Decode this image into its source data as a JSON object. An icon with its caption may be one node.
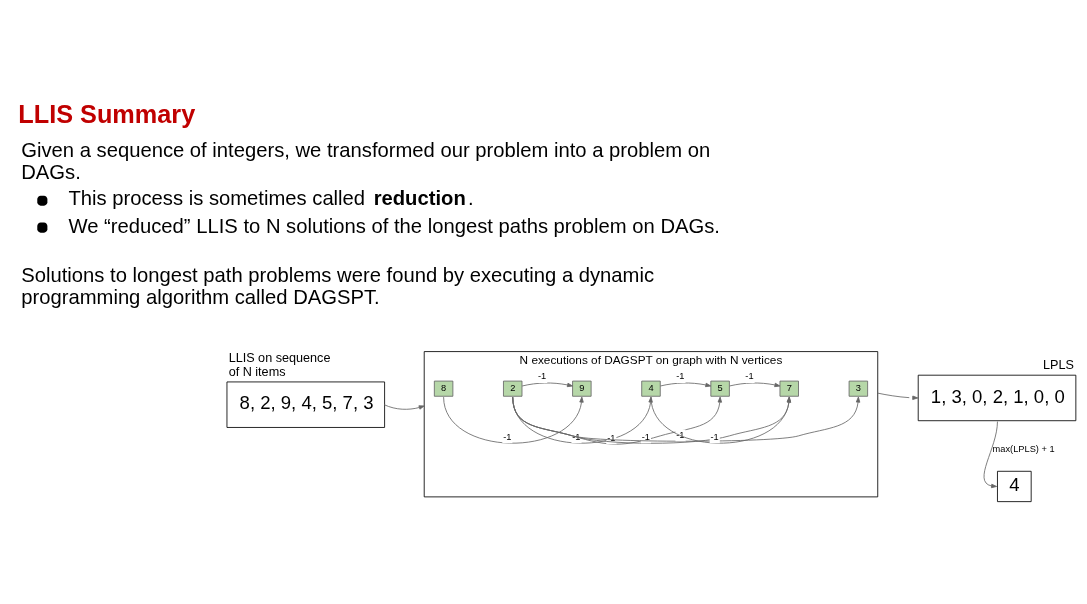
{
  "diagram": {
    "title": "LLIS Summary",
    "nodes": [
      {
        "text": [
          "LLIS on sequence of N items",
          "8, 2, 9, 4, 5, 7, 3"
        ]
      },
      {
        "text": [
          "N executions of DAGSPT on graph with N vertices"
        ]
      },
      {
        "text": [
          "8"
        ],
        "in": 1
      },
      {
        "text": [
          "2"
        ],
        "in": 1
      },
      {
        "text": [
          "9"
        ],
        "in": 1
      },
      {
        "text": [
          "4"
        ],
        "in": 1
      },
      {
        "text": [
          "5"
        ],
        "in": 1
      },
      {
        "text": [
          "7"
        ],
        "in": 1
      },
      {
        "text": [
          "3"
        ],
        "in": 1
      },
      {
        "text": [
          "LPLS",
          "1, 3, 0, 2, 1, 0, 0"
        ]
      },
      {
        "text": [
          "4"
        ]
      }
    ],
    "edges": [
      {
        "from": 0,
        "to": 1,
        "arrow": "to"
      },
      {
        "from": 3,
        "to": 4,
        "arrow": "to",
        "label": "-1"
      },
      {
        "from": 5,
        "to": 6,
        "arrow": "to",
        "label": "-1"
      },
      {
        "from": 6,
        "to": 7,
        "arrow": "to",
        "label": "-1"
      },
      {
        "from": 5,
        "to": 7,
        "arrow": "to",
        "label": "-1"
      },
      {
        "from": 2,
        "to": 4,
        "arrow": "to",
        "label": "-1"
      },
      {
        "from": 3,
        "to": 5,
        "arrow": "to",
        "label": "-1"
      },
      {
        "from": 3,
        "to": 6,
        "arrow": "to",
        "label": "-1"
      },
      {
        "from": 3,
        "to": 7,
        "arrow": "to",
        "label": "-1"
      },
      {
        "from": 3,
        "to": 8,
        "arrow": "to",
        "label": "-1"
      },
      {
        "from": 1,
        "to": 9,
        "arrow": "to"
      },
      {
        "from": 9,
        "to": 10,
        "arrow": "to",
        "label": "max(LPLS) + 1"
      }
    ],
    "labels": [
      "Given a sequence of integers, we transformed our problem into a problem on DAGs.",
      "This process is sometimes called **reduction**.",
      "We “reduced” LLIS to N solutions of the longest paths problem on DAGs.",
      "Solutions to longest path problems were found by executing a dynamic programming algorithm called DAGSPT."
    ]
  }
}
